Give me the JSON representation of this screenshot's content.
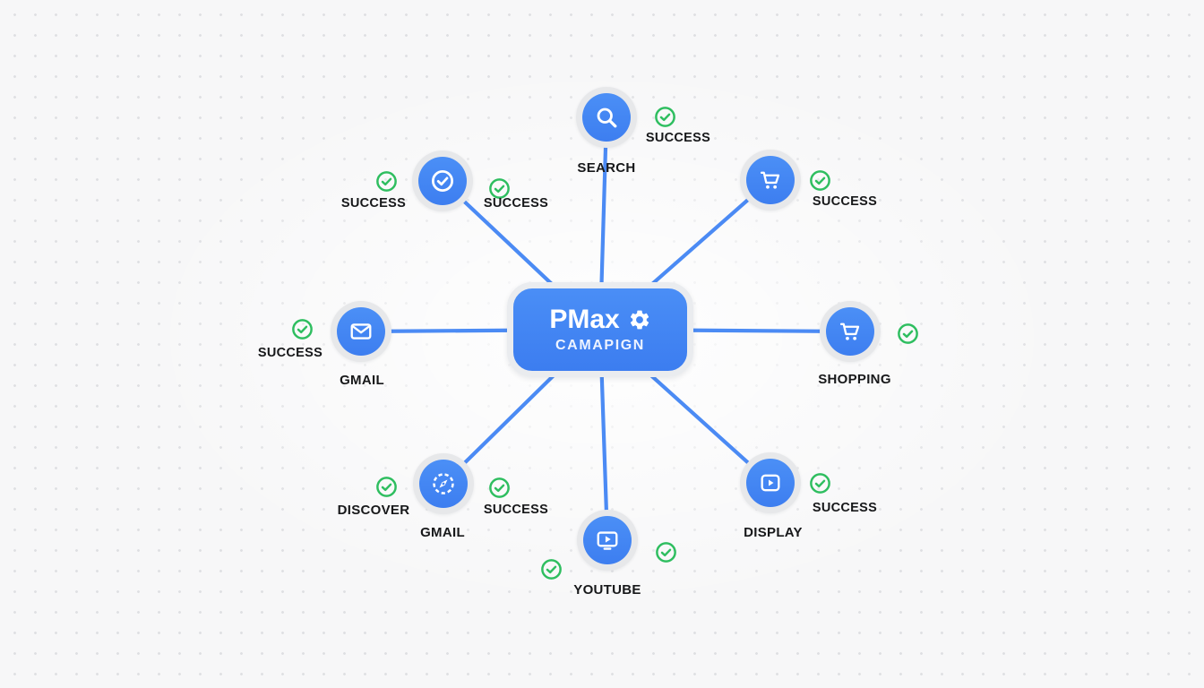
{
  "colors": {
    "primary_blue": "#4285F4",
    "success_green": "#2FBE60",
    "ring_gray": "#E7E8EA",
    "background": "#F7F7F8"
  },
  "center": {
    "title": "PMax",
    "subtitle": "CAMAPIGN",
    "icon": "gear-icon"
  },
  "nodes": {
    "search": {
      "label": "SEARCH",
      "icon": "magnifier-icon",
      "status_right": "SUCCESS"
    },
    "asset_check": {
      "icon": "check-circle-icon",
      "status_left": "SUCCESS",
      "status_right": "SUCCESS"
    },
    "cart_top": {
      "icon": "shopping-cart-icon",
      "status_right": "SUCCESS"
    },
    "gmail": {
      "label": "GMAIL",
      "icon": "envelope-icon",
      "status_left": "SUCCESS"
    },
    "shopping": {
      "label": "SHOPPING",
      "icon": "shopping-cart-icon"
    },
    "discover": {
      "label_side": "DISCOVER",
      "label": "GMAIL",
      "icon": "compass-icon",
      "status_right": "SUCCESS"
    },
    "youtube": {
      "label": "YOUTUBE",
      "icon": "play-screen-icon"
    },
    "display": {
      "label": "DISPLAY",
      "icon": "play-display-icon",
      "status_right": "SUCCESS"
    }
  }
}
